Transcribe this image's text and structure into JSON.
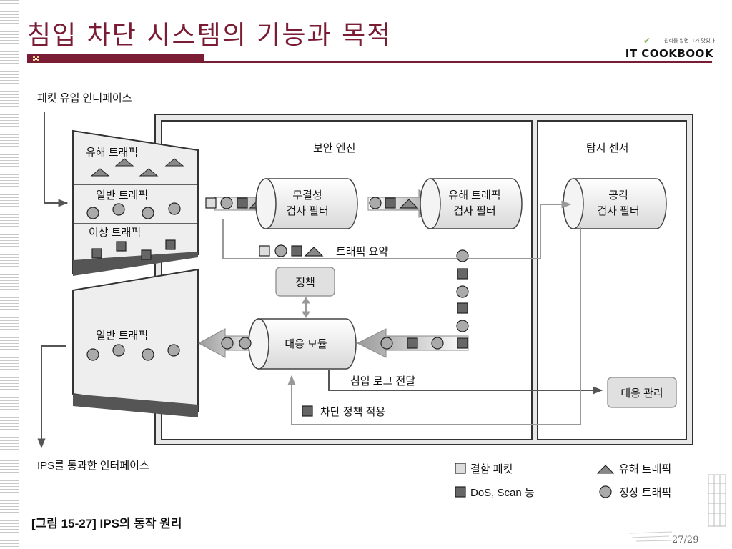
{
  "slide": {
    "title": "침입 차단 시스템의 기능과 목적",
    "page_number": "27/29",
    "logo_tagline": "원리를 알면 IT가 맛있다",
    "logo_brand": "IT COOKBOOK",
    "caption": "[그림 15-27] IPS의 동작 원리",
    "accent_color": "#7a1c34"
  },
  "diagram": {
    "input_interface": "패킷 유입 인터페이스",
    "output_interface": "IPS를 통과한 인터페이스",
    "inbound": {
      "harmful": "유해 트래픽",
      "normal": "일반 트래픽",
      "abnormal": "이상 트래픽"
    },
    "outbound": {
      "normal": "일반 트래픽"
    },
    "security_engine": "보안 엔진",
    "detection_sensor": "탐지 센서",
    "integrity_filter": [
      "무결성",
      "검사 필터"
    ],
    "harmful_filter": [
      "유해 트래픽",
      "검사 필터"
    ],
    "attack_filter": [
      "공격",
      "검사 필터"
    ],
    "traffic_summary": "트래픽 요약",
    "policy": "정책",
    "response_module": "대응 모듈",
    "log_delivery": "침입 로그 전달",
    "response_management": "대응 관리",
    "block_policy": "차단 정책 적용"
  },
  "legend": {
    "defect_packet": "결함 패킷",
    "dos_scan": "DoS, Scan 등",
    "harmful_traffic": "유해 트래픽",
    "normal_traffic": "정상 트래픽"
  }
}
